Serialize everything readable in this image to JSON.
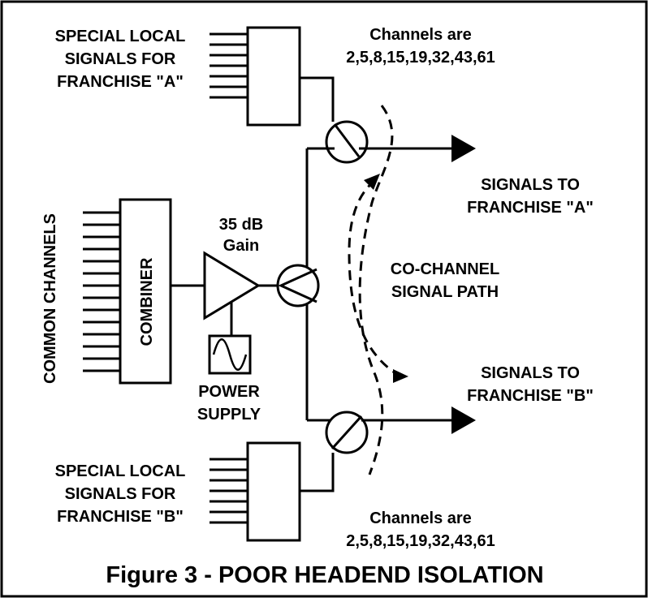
{
  "title": "Figure 3 - POOR HEADEND ISOLATION",
  "special_a": [
    "SPECIAL LOCAL",
    "SIGNALS FOR",
    "FRANCHISE \"A\""
  ],
  "special_b": [
    "SPECIAL LOCAL",
    "SIGNALS FOR",
    "FRANCHISE \"B\""
  ],
  "channels_a": [
    "Channels are",
    "2,5,8,15,19,32,43,61"
  ],
  "channels_b": [
    "Channels are",
    "2,5,8,15,19,32,43,61"
  ],
  "signals_a": [
    "SIGNALS TO",
    "FRANCHISE \"A\""
  ],
  "signals_b": [
    "SIGNALS TO",
    "FRANCHISE \"B\""
  ],
  "common_channels": "COMMON CHANNELS",
  "combiner": "COMBINER",
  "amp_gain": [
    "35 dB",
    "Gain"
  ],
  "power_supply": [
    "POWER",
    "SUPPLY"
  ],
  "co_channel": [
    "CO-CHANNEL",
    "SIGNAL PATH"
  ]
}
